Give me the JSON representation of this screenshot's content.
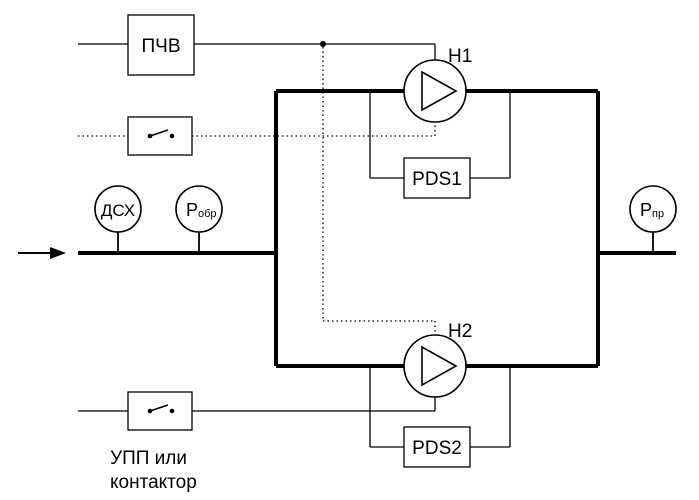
{
  "labels": {
    "freq_converter": "ПЧВ",
    "pump1": "Н1",
    "pump2": "Н2",
    "pds1": "PDS1",
    "pds2": "PDS2",
    "dry_run_sensor": "ДСХ",
    "return_pressure_main": "P",
    "return_pressure_sub": "обр",
    "supply_pressure_main": "P",
    "supply_pressure_sub": "пр",
    "softstarter_line1": "УПП или",
    "softstarter_line2": "контактор"
  }
}
